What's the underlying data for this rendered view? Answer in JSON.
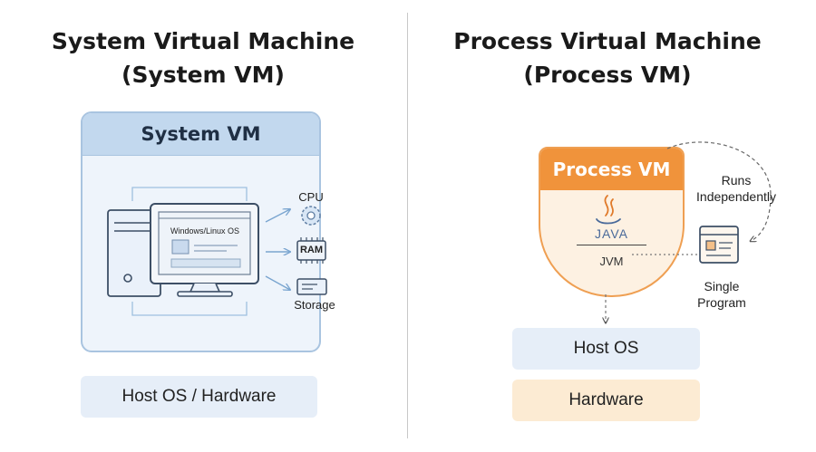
{
  "left": {
    "title_line1": "System Virtual Machine",
    "title_line2": "(System VM)",
    "box_header": "System VM",
    "screen_text": "Windows/Linux OS",
    "chip_text": "RAM",
    "label_cpu": "CPU",
    "label_storage": "Storage",
    "bottom_bar": "Host OS / Hardware"
  },
  "right": {
    "title_line1": "Process Virtual Machine",
    "title_line2": "(Process VM)",
    "box_header": "Process VM",
    "java_text": "JAVA",
    "jvm_text": "JVM",
    "runs_line1": "Runs",
    "runs_line2": "Independently",
    "single_line1": "Single",
    "single_line2": "Program",
    "host_os": "Host OS",
    "hardware": "Hardware"
  },
  "colors": {
    "system_blue": "#c2d8ee",
    "process_orange": "#f0933b",
    "host_blue": "#e6eef8",
    "hardware_peach": "#fcebd3"
  }
}
